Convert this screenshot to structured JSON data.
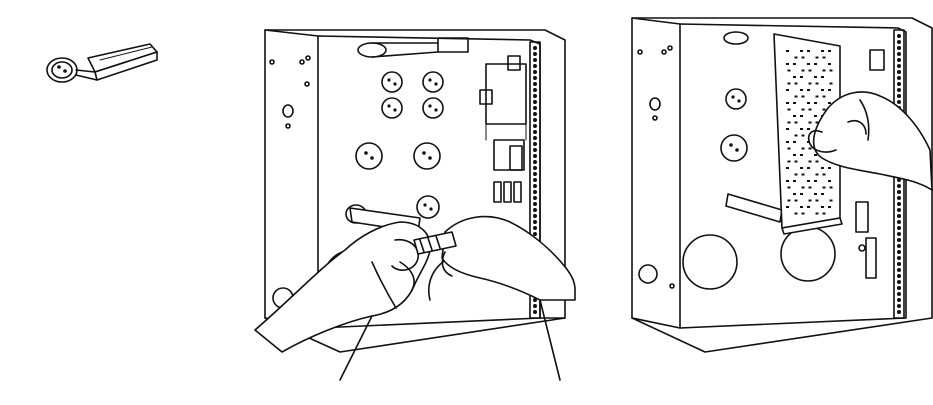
{
  "figure": {
    "panels": [
      {
        "id": "standoff-detail",
        "subject": "standoff-icon"
      },
      {
        "id": "install-standoffs",
        "subject": "hand-icon"
      },
      {
        "id": "mount-circuit-board",
        "subject": "hand-icon"
      }
    ],
    "colors": {
      "ink": "#111111",
      "paper": "#ffffff"
    }
  }
}
